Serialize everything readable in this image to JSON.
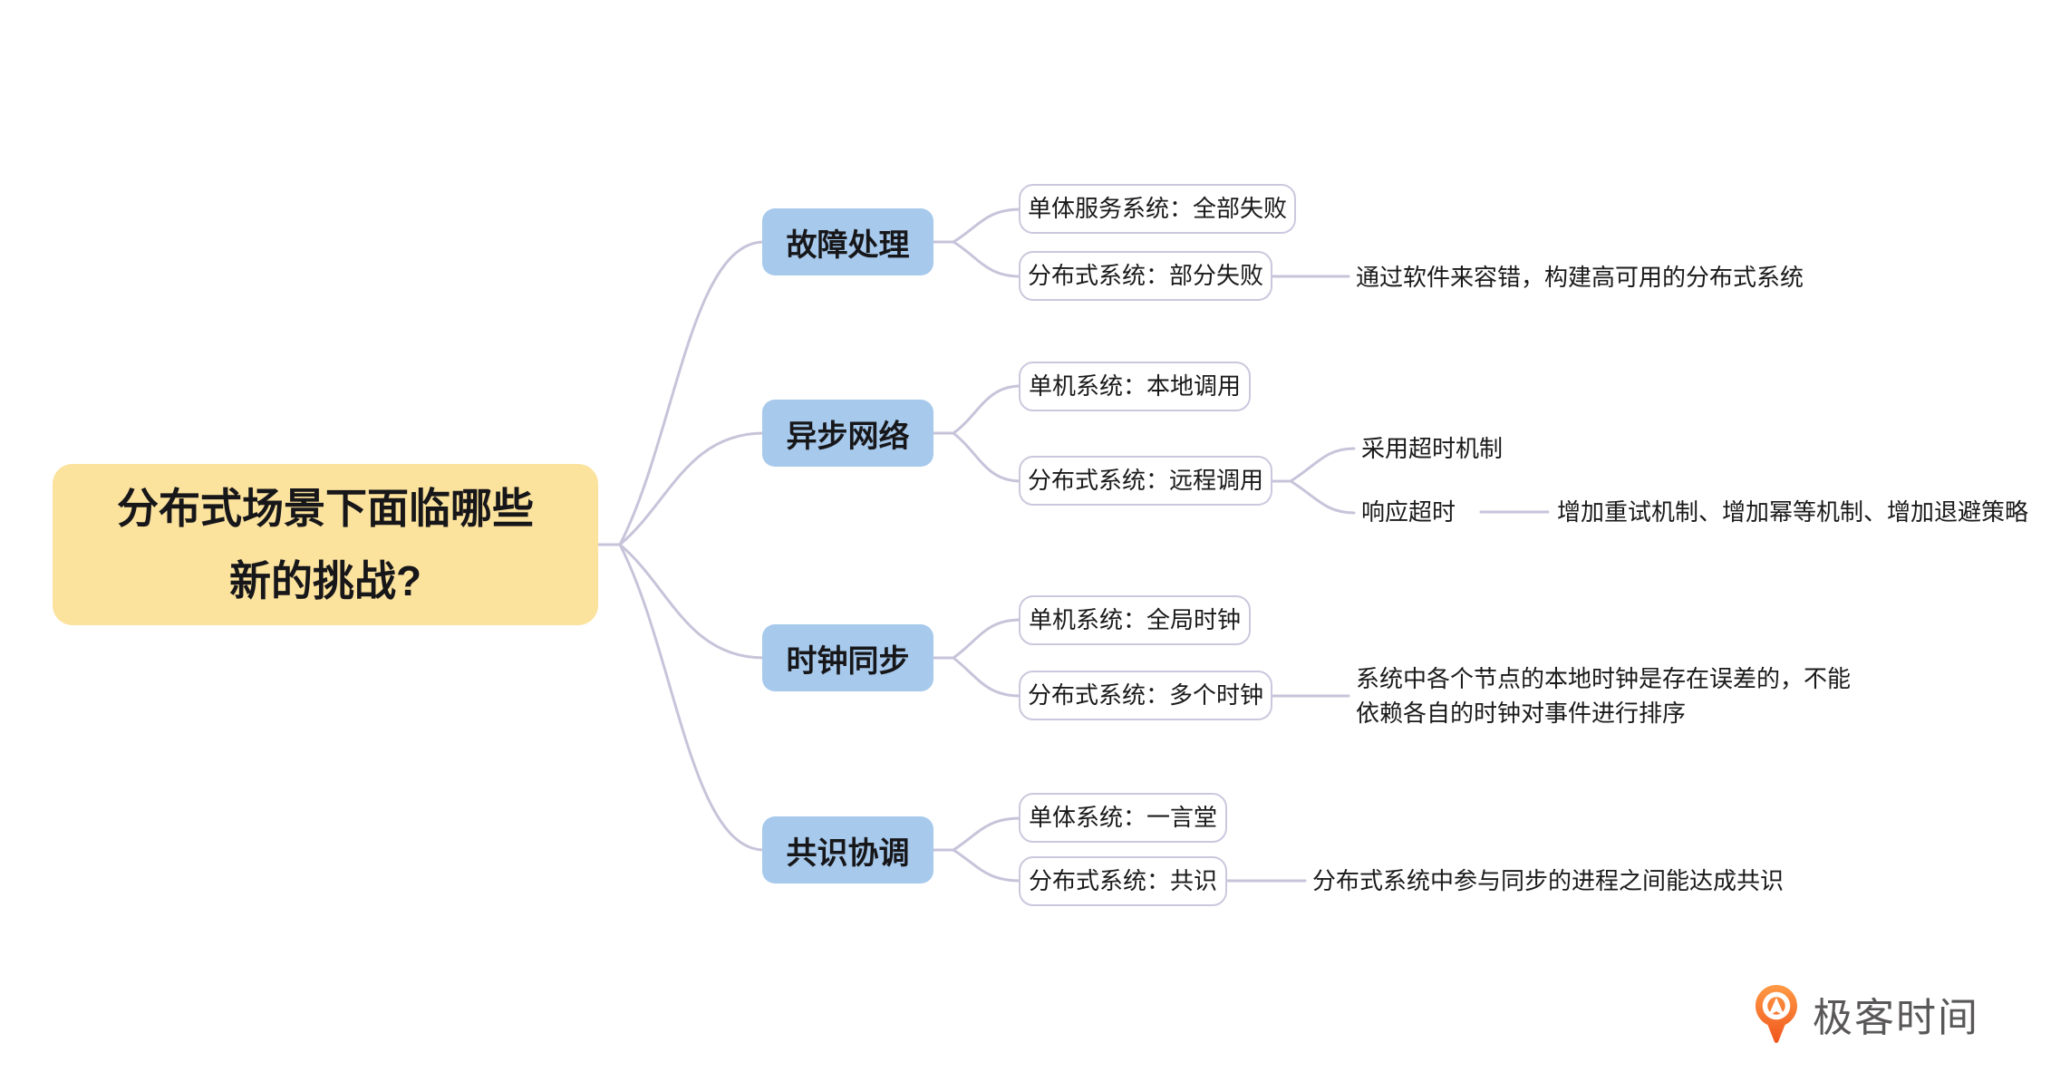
{
  "root": {
    "label": "分布式场景下面临哪些\n新的挑战?"
  },
  "branches": [
    {
      "label": "故障处理",
      "children": [
        {
          "label": "单体服务系统：全部失败"
        },
        {
          "label": "分布式系统：部分失败",
          "note": "通过软件来容错，构建高可用的分布式系统"
        }
      ]
    },
    {
      "label": "异步网络",
      "children": [
        {
          "label": "单机系统：本地调用"
        },
        {
          "label": "分布式系统：远程调用",
          "subchildren": [
            {
              "label": "采用超时机制"
            },
            {
              "label": "响应超时",
              "note": "增加重试机制、增加幂等机制、增加退避策略"
            }
          ]
        }
      ]
    },
    {
      "label": "时钟同步",
      "children": [
        {
          "label": "单机系统：全局时钟"
        },
        {
          "label": "分布式系统：多个时钟",
          "note": "系统中各个节点的本地时钟是存在误差的，不能\n依赖各自的时钟对事件进行排序"
        }
      ]
    },
    {
      "label": "共识协调",
      "children": [
        {
          "label": "单体系统：一言堂"
        },
        {
          "label": "分布式系统：共识",
          "note": "分布式系统中参与同步的进程之间能达成共识"
        }
      ]
    }
  ],
  "logo": {
    "text": "极客时间"
  },
  "colors": {
    "root_fill": "#fbe29d",
    "branch_fill": "#a6c9ec",
    "connector": "#c7c4da",
    "child_border": "#cbc8de",
    "text": "#1a1a1a",
    "logo_orange_light": "#ff9a45",
    "logo_orange_dark": "#f0561d",
    "logo_text": "#595757"
  }
}
